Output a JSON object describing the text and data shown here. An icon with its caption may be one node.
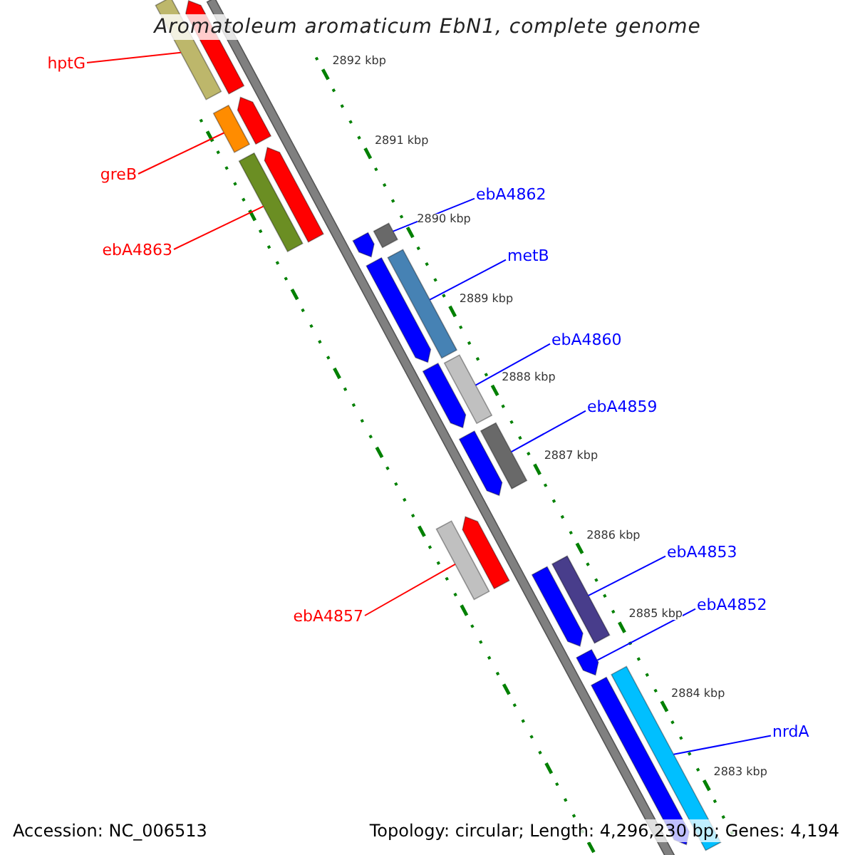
{
  "diagram": {
    "title": "Aromatoleum aromaticum EbN1, complete genome",
    "nodes": [
      {
        "text": [
          "hptG"
        ]
      },
      {
        "text": [
          "greB"
        ]
      },
      {
        "text": [
          "ebA4863"
        ]
      },
      {
        "text": [
          "ebA4862"
        ]
      },
      {
        "text": [
          "metB"
        ]
      },
      {
        "text": [
          "ebA4860"
        ]
      },
      {
        "text": [
          "ebA4859"
        ]
      },
      {
        "text": [
          "ebA4857"
        ]
      },
      {
        "text": [
          "ebA4853"
        ]
      },
      {
        "text": [
          "ebA4852"
        ]
      },
      {
        "text": [
          "nrdA"
        ]
      },
      {
        "text": [],
        "shape": "bar"
      },
      {
        "text": [],
        "shape": "bar"
      },
      {
        "text": [],
        "shape": "bar"
      },
      {
        "text": [],
        "shape": "bar"
      },
      {
        "text": [],
        "shape": "bar"
      },
      {
        "text": [],
        "shape": "bar"
      },
      {
        "text": [],
        "shape": "bar"
      },
      {
        "text": [],
        "shape": "bar"
      },
      {
        "text": [],
        "shape": "bar"
      },
      {
        "text": [],
        "shape": "bar"
      },
      {
        "text": [],
        "shape": "bar"
      },
      {
        "text": [],
        "shape": "bar"
      },
      {
        "text": [],
        "shape": "bar"
      },
      {
        "text": [],
        "shape": "bar"
      },
      {
        "text": [],
        "shape": "bar"
      },
      {
        "text": [],
        "shape": "bar"
      },
      {
        "text": [],
        "shape": "bar"
      },
      {
        "text": [],
        "shape": "bar"
      },
      {
        "text": [],
        "shape": "bar"
      },
      {
        "text": [],
        "shape": "bar"
      },
      {
        "text": [],
        "shape": "bar"
      }
    ],
    "edges": [
      {
        "from": 0,
        "to": 11,
        "arrow": "none",
        "color": "#ff0000"
      },
      {
        "from": 1,
        "to": 14,
        "arrow": "none",
        "color": "#ff0000"
      },
      {
        "from": 2,
        "to": 16,
        "arrow": "none",
        "color": "#ff0000"
      },
      {
        "from": 3,
        "to": 18,
        "arrow": "none"
      },
      {
        "from": 4,
        "to": 20,
        "arrow": "none"
      },
      {
        "from": 5,
        "to": 22,
        "arrow": "none"
      },
      {
        "from": 6,
        "to": 24,
        "arrow": "none"
      },
      {
        "from": 7,
        "to": 25,
        "arrow": "none",
        "color": "#ff0000"
      },
      {
        "from": 8,
        "to": 28,
        "arrow": "none"
      },
      {
        "from": 9,
        "to": 29,
        "arrow": "none"
      },
      {
        "from": 10,
        "to": 31,
        "arrow": "none"
      }
    ],
    "labels": [
      "2892 kbp",
      "2891 kbp",
      "2890 kbp",
      "2889 kbp",
      "2888 kbp",
      "2887 kbp",
      "2886 kbp",
      "2885 kbp",
      "2884 kbp",
      "2883 kbp",
      "Accession: NC_006513",
      "Topology: circular; Length: 4,296,230 bp; Genes: 4,194"
    ]
  }
}
